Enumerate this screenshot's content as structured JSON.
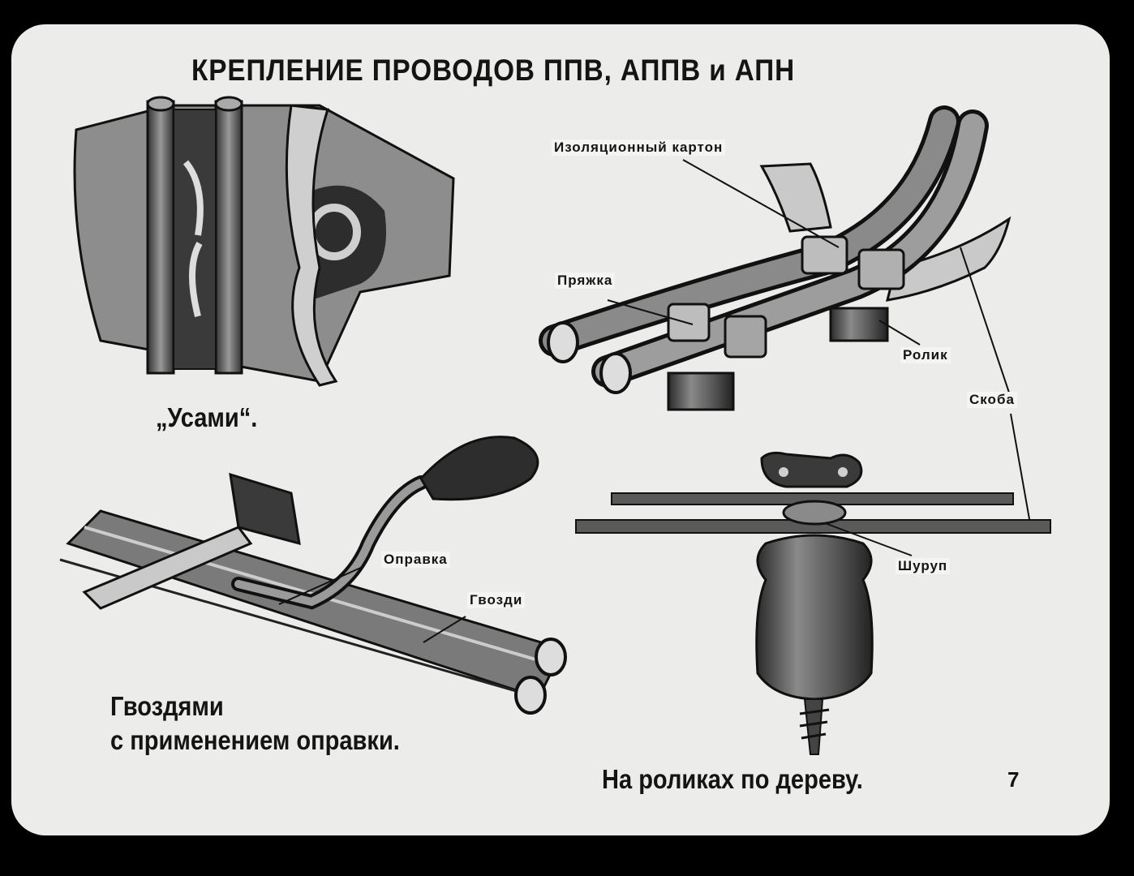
{
  "title": "КРЕПЛЕНИЕ ПРОВОДОВ ППВ, АППВ и АПН",
  "captions": {
    "usami": "„Усами“.",
    "nails_line1": "Гвоздями",
    "nails_line2": "с применением оправки.",
    "rollers": "На роликах по дереву."
  },
  "labels": {
    "insulating_cardboard": "Изоляционный картон",
    "buckle": "Пряжка",
    "roller": "Ролик",
    "bracket": "Скоба",
    "mandrel": "Оправка",
    "nails": "Гвозди",
    "screw": "Шуруп"
  },
  "page_number": "7"
}
